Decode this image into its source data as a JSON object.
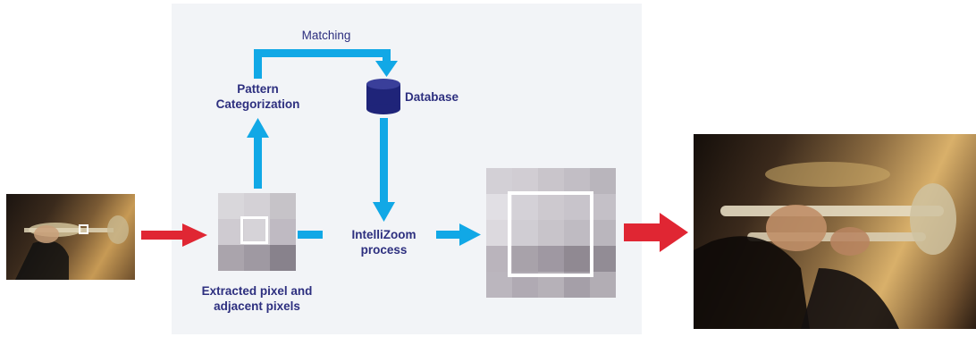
{
  "labels": {
    "matching": "Matching",
    "pattern_categorization": "Pattern\nCategorization",
    "database": "Database",
    "intellizoom": "IntelliZoom\nprocess",
    "extracted": "Extracted pixel and\nadjacent pixels"
  },
  "colors": {
    "panel": "#f2f4f7",
    "flow_arrow": "#11a8e6",
    "io_arrow": "#e02633",
    "database": "#1f2479",
    "label_text": "#2d2f7f"
  },
  "pixel_grid_small": [
    [
      "#d9d7db",
      "#d4d1d6",
      "#c6c3c8"
    ],
    [
      "#cfcbd1",
      "#d6d3d8",
      "#bfbac2"
    ],
    [
      "#aaa4ac",
      "#9f99a2",
      "#88828c"
    ]
  ],
  "pixel_grid_large": [
    [
      "#d3d0d6",
      "#d1cdd3",
      "#c9c5cb",
      "#c2bec5",
      "#b9b5bc"
    ],
    [
      "#e1dfe4",
      "#d4d1d7",
      "#cdc9cf",
      "#c8c4cb",
      "#c4c0c7"
    ],
    [
      "#dcd9de",
      "#d0cdd3",
      "#c8c4ca",
      "#bfbbc2",
      "#bab6bd"
    ],
    [
      "#bab4bc",
      "#a8a2aa",
      "#9f98a2",
      "#908992",
      "#928c95"
    ],
    [
      "#bbb6be",
      "#b0aab3",
      "#b6b1b8",
      "#a59fa8",
      "#b2adb4"
    ]
  ]
}
